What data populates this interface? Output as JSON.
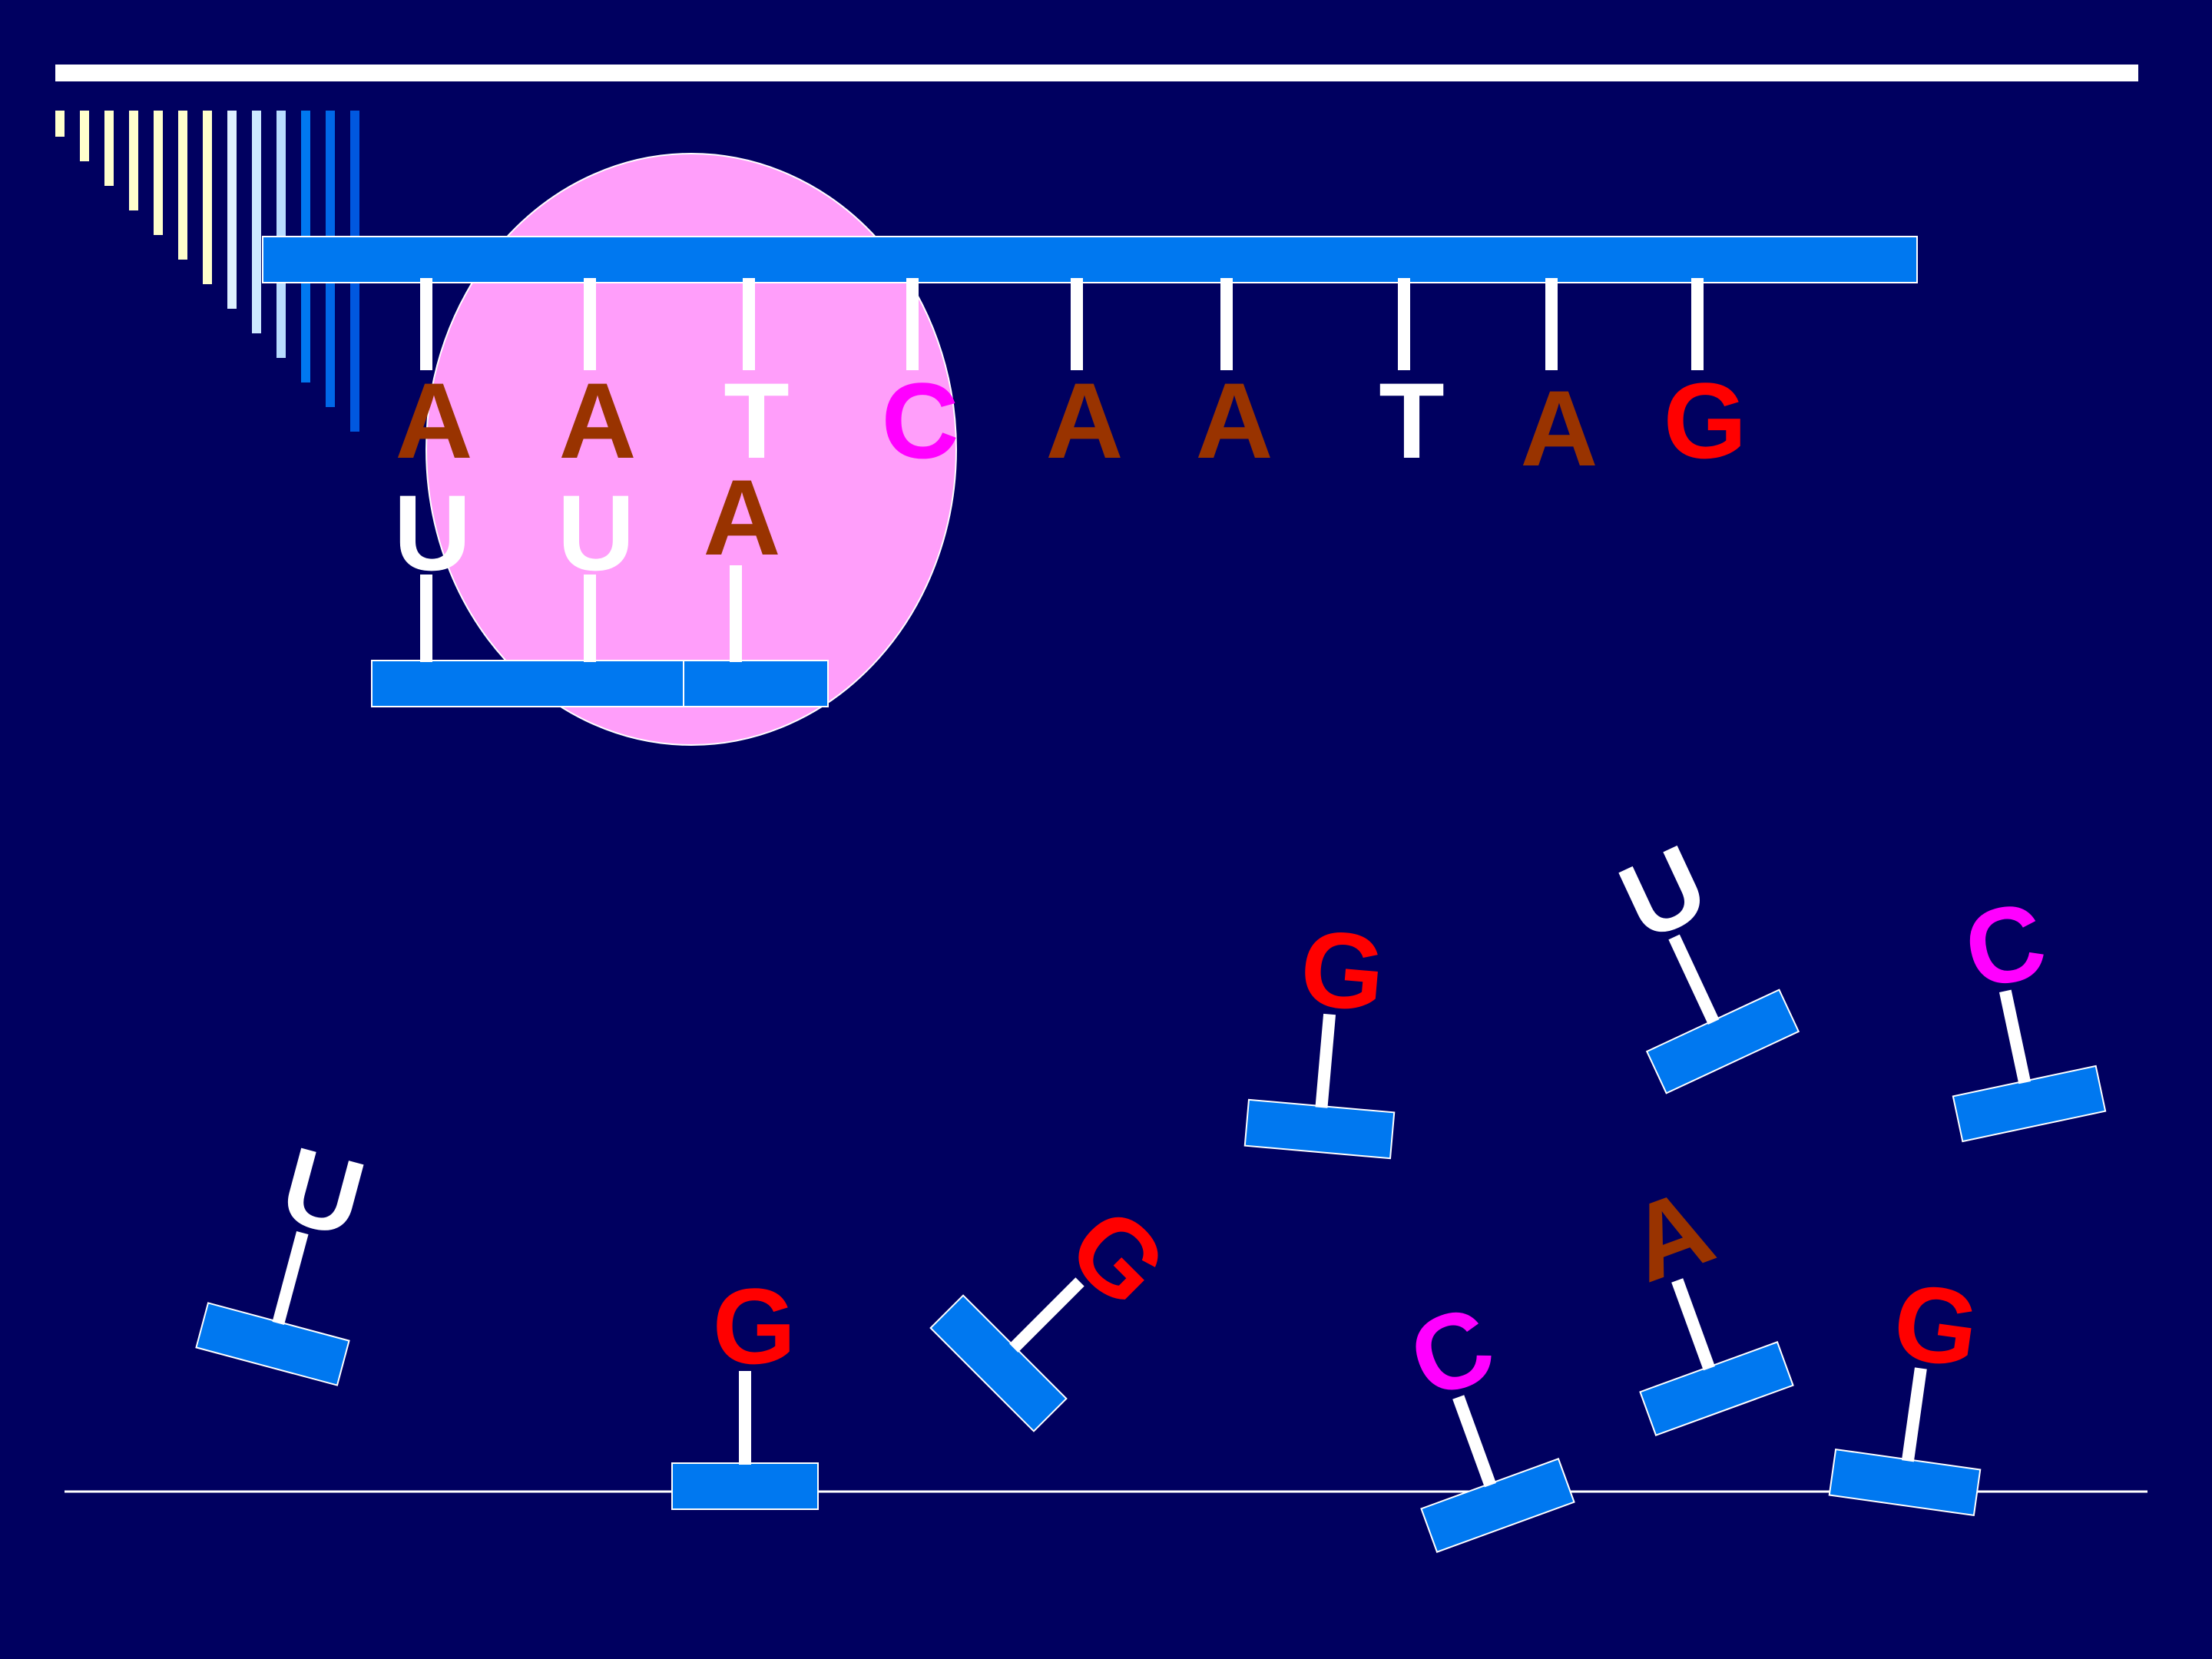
{
  "colors": {
    "background": "#000060",
    "top_rule": "#ffffff",
    "strand": "#0078f0",
    "ribbosome": "#ff9efa",
    "stem": "#ffffff",
    "A": "#993300",
    "T": "#ffffff",
    "U": "#ffffff",
    "C": "#ff00ff",
    "G": "#ff0000"
  },
  "decor_bar_colors": [
    "#ffffcc",
    "#ffffcc",
    "#ffffcc",
    "#ffffcc",
    "#ffffcc",
    "#ffffcc",
    "#ffffcc",
    "#ddf0ff",
    "#cce8ff",
    "#b8dcff",
    "#0078f0",
    "#0068e8",
    "#0058e0"
  ],
  "dna_strand": {
    "bases": [
      "A",
      "A",
      "T",
      "C",
      "A",
      "A",
      "T",
      "A",
      "G"
    ]
  },
  "paired_trna": {
    "bases": [
      "U",
      "U",
      "A"
    ]
  },
  "free_nucleotides": {
    "bases": [
      "U",
      "G",
      "G",
      "G",
      "U",
      "C",
      "C",
      "A",
      "G"
    ]
  }
}
